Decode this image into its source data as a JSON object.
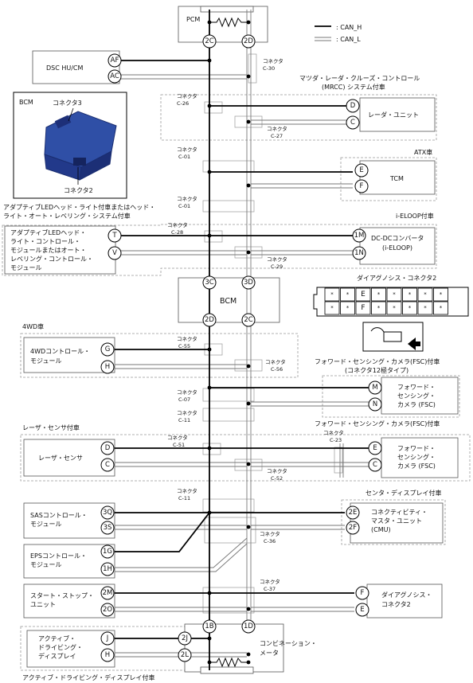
{
  "legend": {
    "can_h": ": CAN_H",
    "can_l": ": CAN_L"
  },
  "modules": {
    "pcm": "PCM",
    "dsc": "DSC HU/CM",
    "radar": "レーダ・ユニット",
    "tcm": "TCM",
    "afl": [
      "アダプティブLEDヘッド・",
      "ライト・コントロール・",
      "モジュールまたはオート・",
      "レベリング・コントロール・",
      "モジュール"
    ],
    "dcdc": [
      "DC-DCコンバータ",
      "(i-ELOOP)"
    ],
    "bcm": "BCM",
    "awd": [
      "4WDコントロール・",
      "モジュール"
    ],
    "fsc12": [
      "フォワード・",
      "センシング・",
      "カメラ (FSC)"
    ],
    "laser": "レーザ・センサ",
    "fsc10": [
      "フォワード・",
      "センシング・",
      "カメラ (FSC)"
    ],
    "sas": [
      "SASコントロール・",
      "モジュール"
    ],
    "cmu": [
      "コネクティビティ・",
      "マスタ・ユニット",
      "(CMU)"
    ],
    "eps": [
      "EPSコントロール・",
      "モジュール"
    ],
    "ss": [
      "スタート・ストップ・",
      "ユニット"
    ],
    "dlc": [
      "ダイアグノシス・",
      "コネクタ2"
    ],
    "add": [
      "アクティブ・",
      "ドライビング・",
      "ディスプレイ"
    ],
    "meter": [
      "コンビネーション・",
      "メータ"
    ]
  },
  "headings": {
    "mrcc": [
      "マツダ・レーダ・クルーズ・コントロール",
      "(MRCC) システム付車"
    ],
    "atx": "ATX車",
    "afl": [
      "アダプティブLEDヘッド・ライト付車またはヘッド・",
      "ライト・オート・レベリング・システム付車"
    ],
    "eloop": "i-ELOOP付車",
    "awd": "4WD車",
    "fsc12": [
      "フォワード・センシング・カメラ(FSC)付車",
      "(コネクタ12極タイプ)"
    ],
    "fsc10": "フォワード・センシング・カメラ(FSC)付車",
    "laser": "レーザ・センサ付車",
    "center": "センタ・ディスプレイ付車",
    "add": "アクティブ・ドライビング・ディスプレイ付車",
    "dlc": "ダイアグノシス・コネクタ2"
  },
  "inset": {
    "title": "BCM",
    "conn3": "コネクタ3",
    "conn2": "コネクタ2"
  },
  "connectors": {
    "c30": [
      "コネクタ",
      "C-30"
    ],
    "c26": [
      "コネクタ",
      "C-26"
    ],
    "c27": [
      "コネクタ",
      "C-27"
    ],
    "c01a": [
      "コネクタ",
      "C-01"
    ],
    "c01b": [
      "コネクタ",
      "C-01"
    ],
    "c28": [
      "コネクタ",
      "C-28"
    ],
    "c29": [
      "コネクタ",
      "C-29"
    ],
    "c55": [
      "コネクタ",
      "C-55"
    ],
    "c56": [
      "コネクタ",
      "C-56"
    ],
    "c07": [
      "コネクタ",
      "C-07"
    ],
    "c11a": [
      "コネクタ",
      "C-11"
    ],
    "c23": [
      "コネクタ",
      "C-23"
    ],
    "c51": [
      "コネクタ",
      "C-51"
    ],
    "c52": [
      "コネクタ",
      "C-52"
    ],
    "c11b": [
      "コネクタ",
      "C-11"
    ],
    "c36": [
      "コネクタ",
      "C-36"
    ],
    "c37": [
      "コネクタ",
      "C-37"
    ]
  },
  "pins": {
    "pcm_h": "2C",
    "pcm_l": "2D",
    "dsc_h": "AF",
    "dsc_l": "AC",
    "radar_h": "D",
    "radar_l": "C",
    "tcm_h": "E",
    "tcm_l": "F",
    "afl_h": "T",
    "afl_l": "V",
    "dcdc_h": "1M",
    "dcdc_l": "1N",
    "bcm_up_h": "3C",
    "bcm_up_l": "3D",
    "bcm_dn_h": "2D",
    "bcm_dn_l": "2C",
    "awd_h": "G",
    "awd_l": "H",
    "fsc12_h": "M",
    "fsc12_l": "N",
    "laser_h": "D",
    "laser_l": "C",
    "fsc10_h": "E",
    "fsc10_l": "C",
    "sas_h": "3Q",
    "sas_l": "3S",
    "cmu_h": "2E",
    "cmu_l": "2F",
    "eps_h": "1G",
    "eps_l": "1H",
    "ss_h": "2M",
    "ss_l": "2O",
    "dlc_h": "F",
    "dlc_l": "E",
    "meter_h": "1B",
    "meter_l": "1D",
    "add_h": "J",
    "add_l": "H",
    "meter_add_h": "2J",
    "meter_add_l": "2L"
  },
  "dlc_pins": {
    "top": [
      "*",
      "*",
      "E",
      "*",
      "*",
      "*",
      "*",
      "*"
    ],
    "bottom": [
      "*",
      "*",
      "F",
      "*",
      "*",
      "*",
      "*",
      "*"
    ]
  }
}
